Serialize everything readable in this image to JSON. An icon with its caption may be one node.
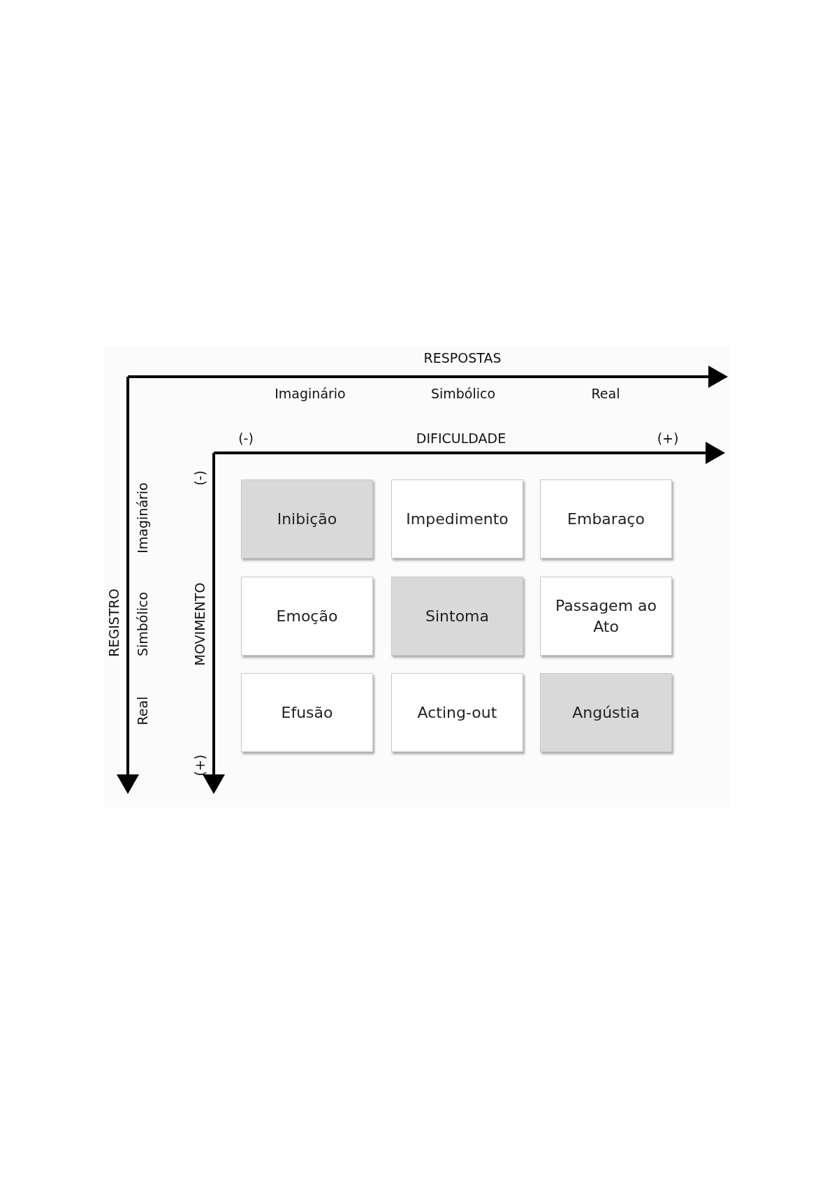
{
  "diagram": {
    "nodes": [
      {
        "text": [
          "Inibição"
        ]
      },
      {
        "text": [
          "Impedimento"
        ]
      },
      {
        "text": [
          "Embaraço"
        ]
      },
      {
        "text": [
          "Emoção"
        ]
      },
      {
        "text": [
          "Sintoma"
        ]
      },
      {
        "text": [
          "Passagem ao Ato"
        ]
      },
      {
        "text": [
          "Efusão"
        ]
      },
      {
        "text": [
          "Acting-out"
        ]
      },
      {
        "text": [
          "Angústia"
        ]
      }
    ],
    "labels": [
      "RESPOSTAS",
      "Imaginário",
      "Simbólico",
      "Real",
      "(-)",
      "DIFICULDADE",
      "(+)",
      "REGISTRO",
      "Imaginário",
      "Simbólico",
      "Real",
      "MOVIMENTO",
      "(-)",
      "(+)"
    ]
  }
}
